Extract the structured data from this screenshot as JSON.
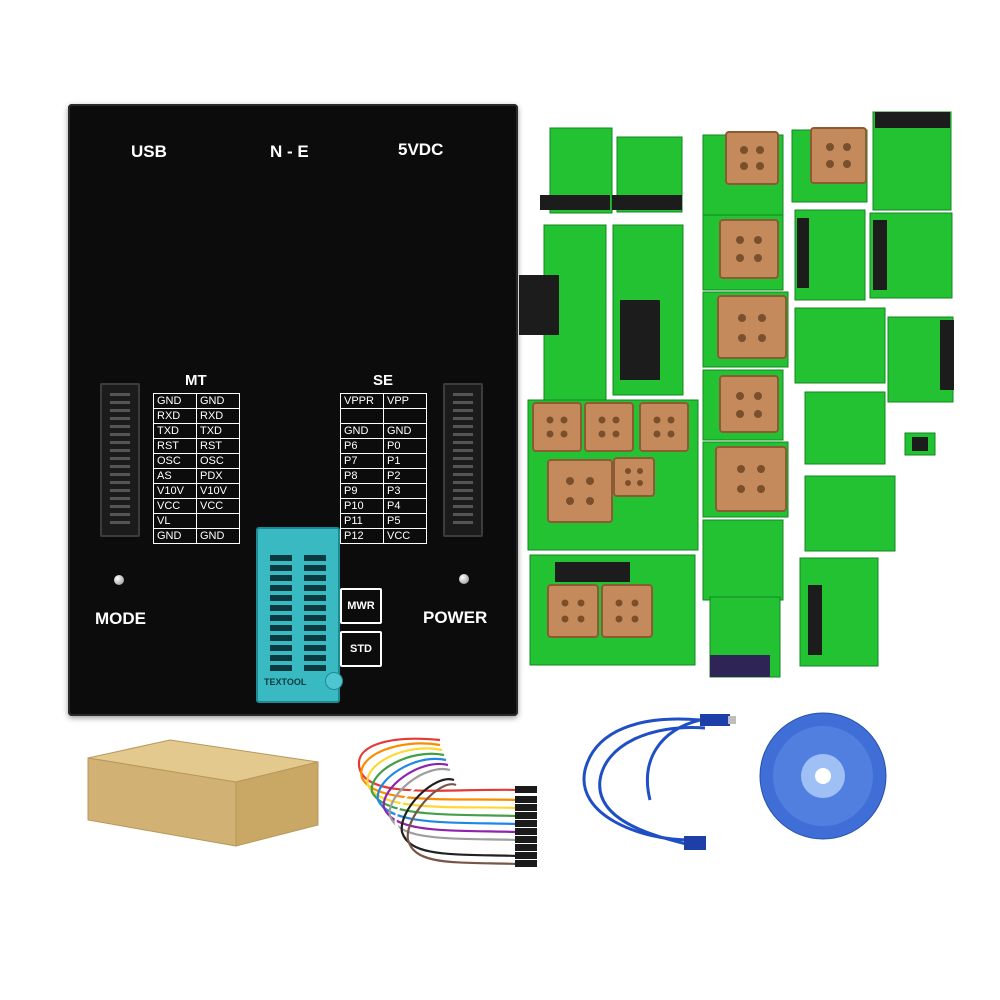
{
  "device": {
    "ports": {
      "usb": "USB",
      "ne": "N - E",
      "vdc": "5VDC"
    },
    "mode_label": "MODE",
    "power_label": "POWER",
    "switches": {
      "mwr": "MWR",
      "std": "STD"
    },
    "socket_text": "TEXTOOL"
  },
  "mt": {
    "title": "MT",
    "rows": [
      [
        "GND",
        "GND"
      ],
      [
        "RXD",
        "RXD"
      ],
      [
        "TXD",
        "TXD"
      ],
      [
        "RST",
        "RST"
      ],
      [
        "OSC",
        "OSC"
      ],
      [
        "AS",
        "PDX"
      ],
      [
        "V10V",
        "V10V"
      ],
      [
        "VCC",
        "VCC"
      ],
      [
        "VL",
        ""
      ],
      [
        "GND",
        "GND"
      ]
    ]
  },
  "se": {
    "title": "SE",
    "rows": [
      [
        "VPPR",
        "VPP"
      ],
      [
        "",
        ""
      ],
      [
        "GND",
        "GND"
      ],
      [
        "P6",
        "P0"
      ],
      [
        "P7",
        "P1"
      ],
      [
        "P8",
        "P2"
      ],
      [
        "P9",
        "P3"
      ],
      [
        "P10",
        "P4"
      ],
      [
        "P11",
        "P5"
      ],
      [
        "P12",
        "VCC"
      ]
    ]
  },
  "colors": {
    "device": "#0c0c0c",
    "adapter_green": "#22c233",
    "socket_copper": "#c58a5c",
    "zif_teal": "#39b9c2",
    "cable_blue": "#1f4fc4"
  }
}
